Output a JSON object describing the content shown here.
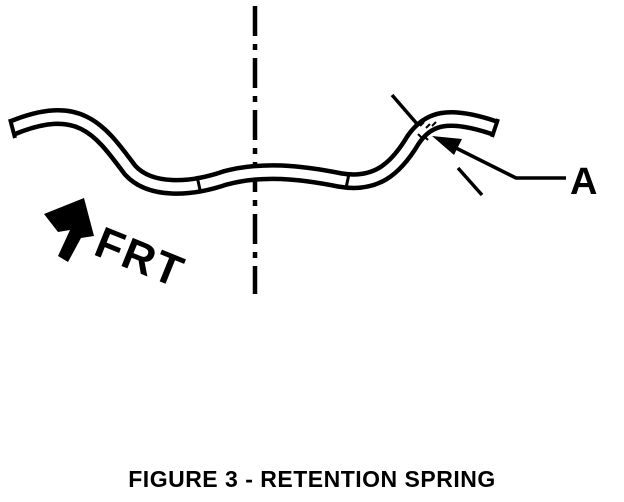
{
  "diagram": {
    "part_callout": "A",
    "direction_label": "FRT",
    "caption": "FIGURE 3 - RETENTION SPRING"
  },
  "colors": {
    "ink": "#000000",
    "paper": "#ffffff"
  }
}
